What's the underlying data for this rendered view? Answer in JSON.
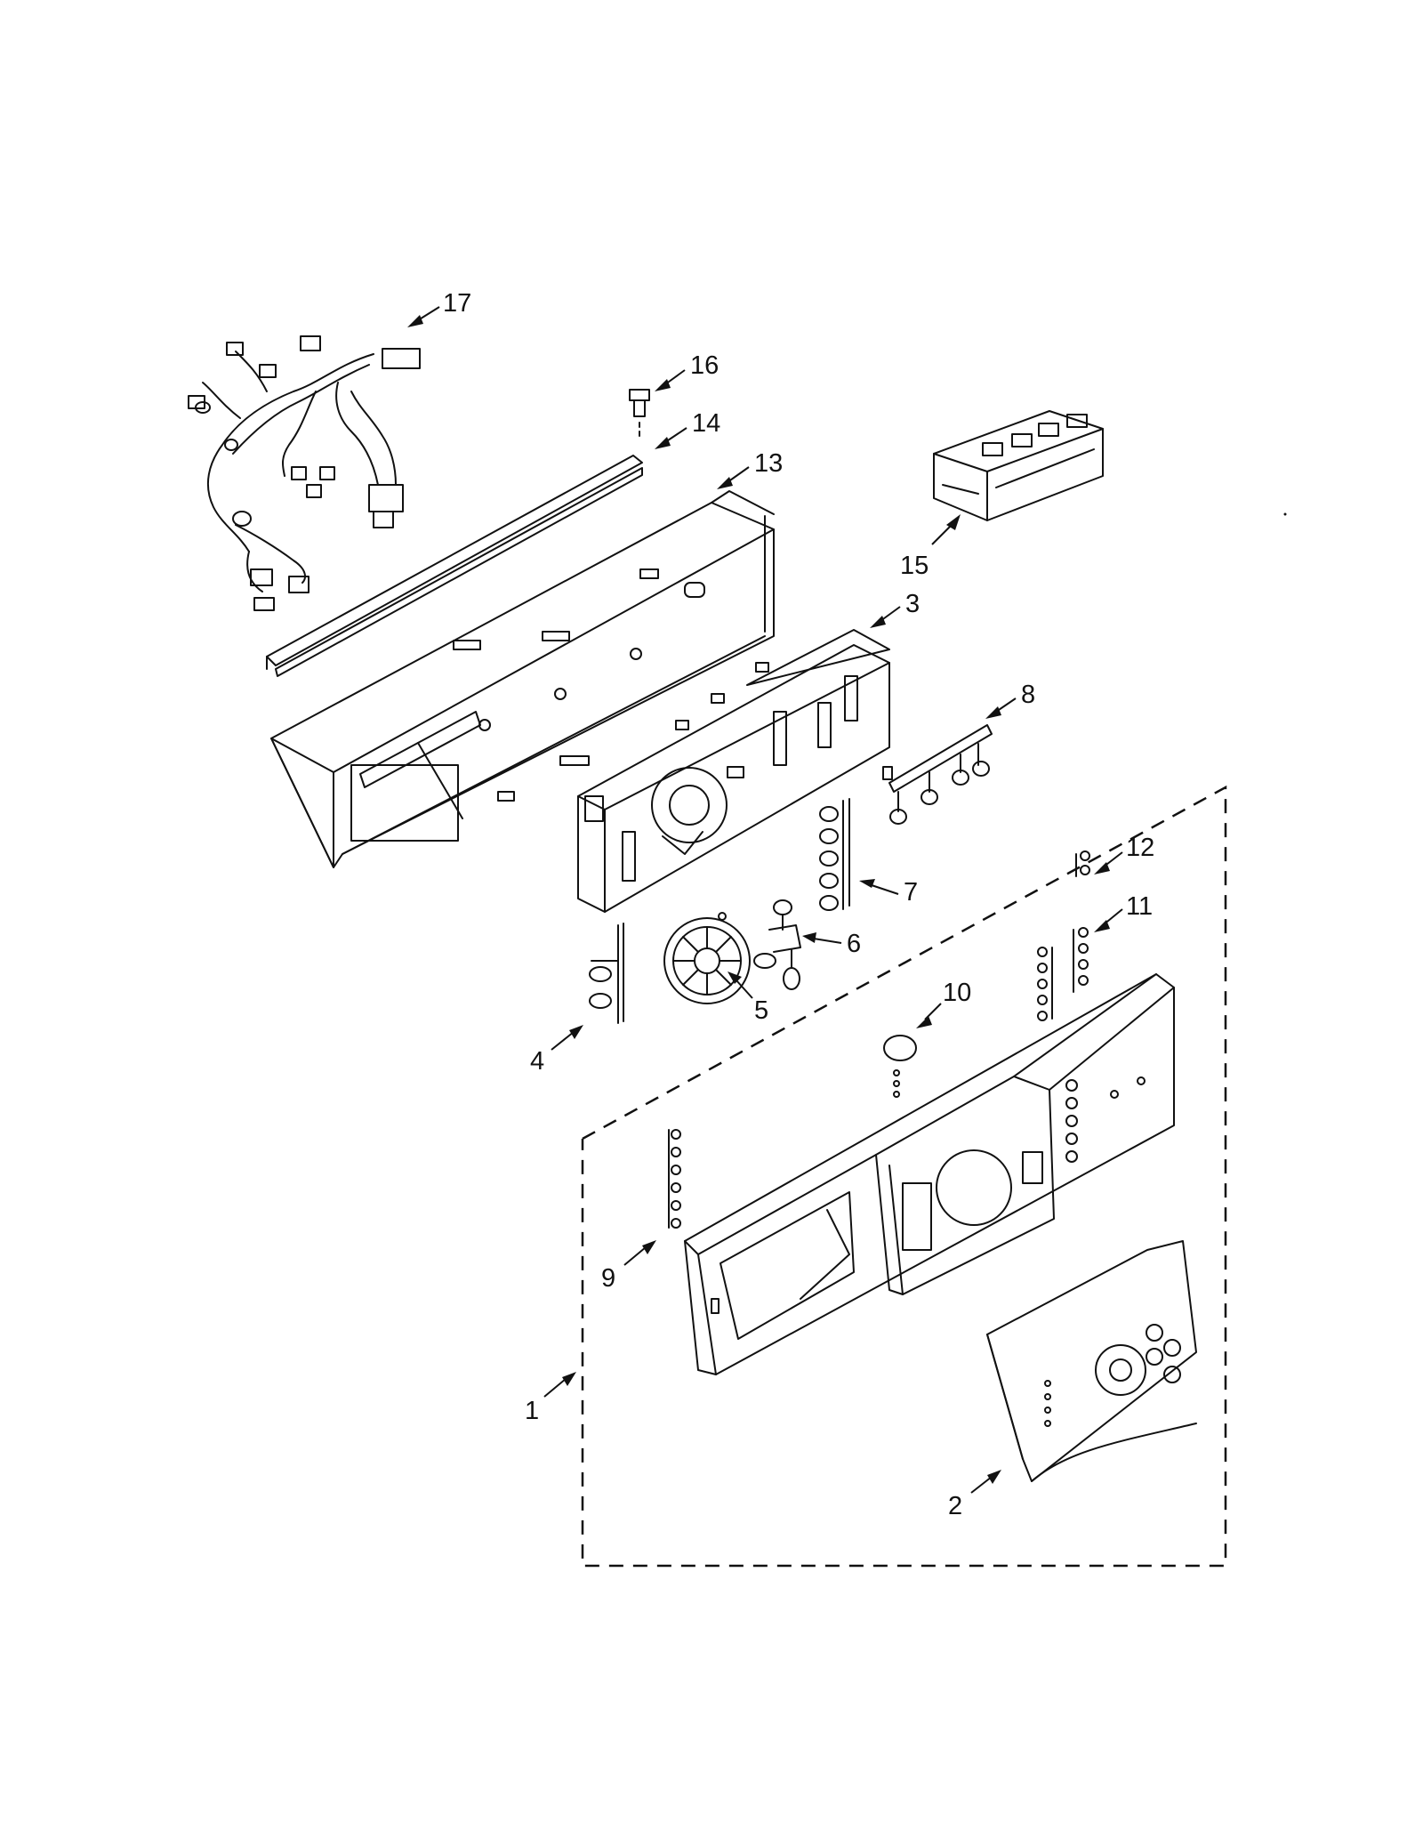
{
  "diagram": {
    "callouts": [
      {
        "id": "17",
        "label": "17"
      },
      {
        "id": "16",
        "label": "16"
      },
      {
        "id": "14",
        "label": "14"
      },
      {
        "id": "13",
        "label": "13"
      },
      {
        "id": "15",
        "label": "15"
      },
      {
        "id": "3",
        "label": "3"
      },
      {
        "id": "8",
        "label": "8"
      },
      {
        "id": "12",
        "label": "12"
      },
      {
        "id": "7",
        "label": "7"
      },
      {
        "id": "11",
        "label": "11"
      },
      {
        "id": "6",
        "label": "6"
      },
      {
        "id": "5",
        "label": "5"
      },
      {
        "id": "10",
        "label": "10"
      },
      {
        "id": "4",
        "label": "4"
      },
      {
        "id": "9",
        "label": "9"
      },
      {
        "id": "1",
        "label": "1"
      },
      {
        "id": "2",
        "label": "2"
      }
    ]
  }
}
